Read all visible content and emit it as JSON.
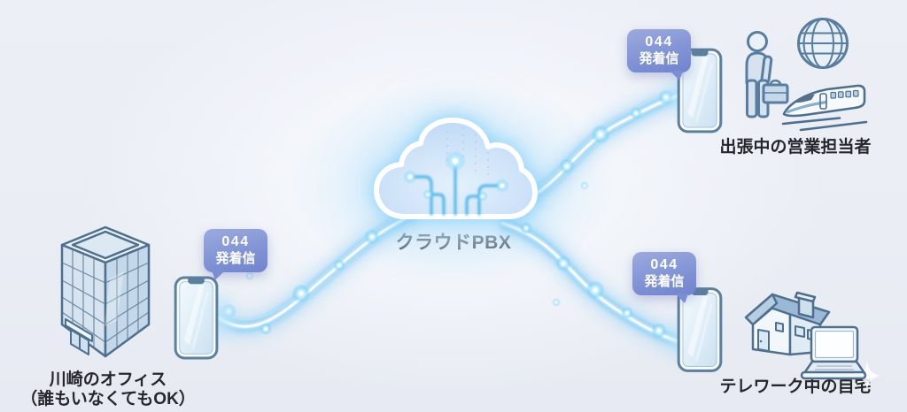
{
  "cloud": {
    "label": "クラウドPBX"
  },
  "office": {
    "badge": {
      "number": "044",
      "label": "発着信"
    },
    "label_line1": "川崎のオフィス",
    "label_line2": "（誰もいなくてもOK）"
  },
  "sales_rep": {
    "badge": {
      "number": "044",
      "label": "発着信"
    },
    "label": "出張中の営業担当者"
  },
  "telework_home": {
    "badge": {
      "number": "044",
      "label": "発着信"
    },
    "label": "テレワーク中の自宅"
  },
  "icons": {
    "cloud": "cloud-circuit-icon",
    "office": "office-building-icon",
    "phone": "smartphone-icon",
    "sales_person": "businessperson-briefcase-icon",
    "globe": "globe-icon",
    "train": "bullet-train-icon",
    "house": "house-icon",
    "laptop": "laptop-icon",
    "sparkle": "four-point-star-icon"
  },
  "colors": {
    "background": "#ebeef5",
    "stream_glow": "#7cc8f2",
    "stream_core": "#ffffff",
    "badge_gradient_top": "#9daade",
    "badge_gradient_bottom": "#7083ce",
    "icon_stroke": "#4e6f8e",
    "label_text": "#26262b",
    "cloud_outline": "#ffffff",
    "circuit_trace": "#57b8e8"
  }
}
